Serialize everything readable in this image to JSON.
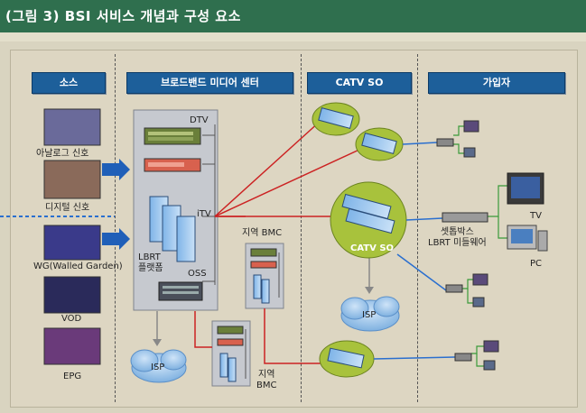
{
  "title": "(그림 3) BSI 서비스 개념과 구성 요소",
  "columns": {
    "source": "소스",
    "bmc": "브로드밴드 미디어 센터",
    "catv": "CATV SO",
    "subscriber": "가입자"
  },
  "sources": {
    "analog": "아날로그 신호",
    "digital": "디지털 신호",
    "wg": "WG(Walled Garden)",
    "vod": "VOD",
    "epg": "EPG"
  },
  "bmc": {
    "dtv": "DTV",
    "itv": "iTV",
    "oss": "OSS",
    "lbrt_platform": "LBRT\n플랫폼",
    "regional_bmc_1": "지역 BMC",
    "regional_bmc_2": "지역\nBMC"
  },
  "network": {
    "isp_left": "ISP",
    "isp_mid": "ISP",
    "catv_so": "CATV SO"
  },
  "subscriber": {
    "settop": "셋톱박스\nLBRT 미들웨어",
    "tv": "TV",
    "pc": "PC"
  },
  "colors": {
    "header": "#1d5f9a",
    "title_bg": "#2f6f4e",
    "red_link": "#cc2222",
    "blue_link": "#2a6fcf",
    "green_link": "#3a9a3a",
    "so_ellipse": "#a8c23c"
  }
}
